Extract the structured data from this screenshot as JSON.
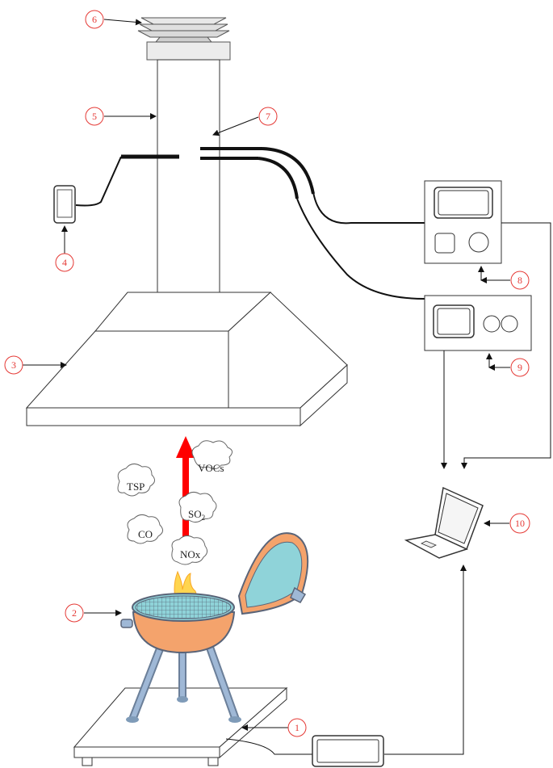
{
  "labels": {
    "n1": "1",
    "n2": "2",
    "n3": "3",
    "n4": "4",
    "n5": "5",
    "n6": "6",
    "n7": "7",
    "n8": "8",
    "n9": "9",
    "n10": "10"
  },
  "gases": {
    "vocs": "VOCs",
    "tsp": "TSP",
    "so2_main": "SO",
    "so2_sub": "2",
    "co": "CO",
    "nox": "NOx"
  },
  "colors": {
    "label_red": "#e53935",
    "arrow_red": "#ff0000",
    "grill_orange": "#f4a36c",
    "grill_cyan": "#8fd3d9",
    "legs_blue": "#9fb8d6",
    "flame_yellow": "#ffd54f"
  }
}
